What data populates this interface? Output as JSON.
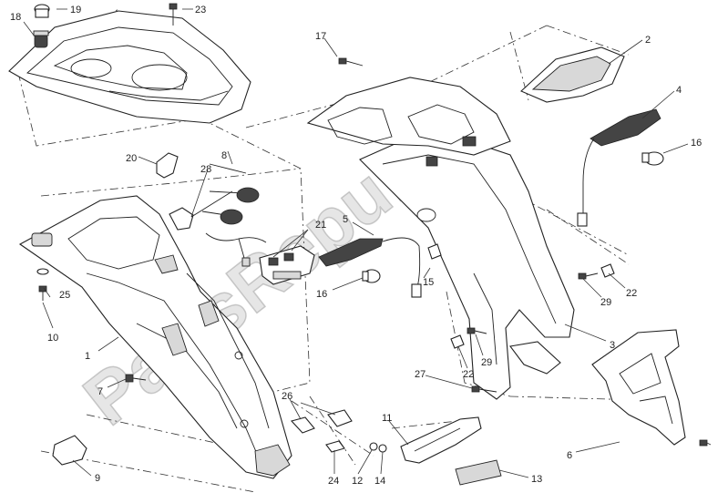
{
  "watermark": "PartsRepublik",
  "callouts": [
    "1",
    "2",
    "3",
    "4",
    "5",
    "6",
    "7",
    "8",
    "9",
    "10",
    "11",
    "12",
    "13",
    "14",
    "15",
    "16",
    "16",
    "17",
    "18",
    "19",
    "20",
    "21",
    "22",
    "22",
    "23",
    "24",
    "25",
    "26",
    "27",
    "28",
    "29",
    "29"
  ]
}
